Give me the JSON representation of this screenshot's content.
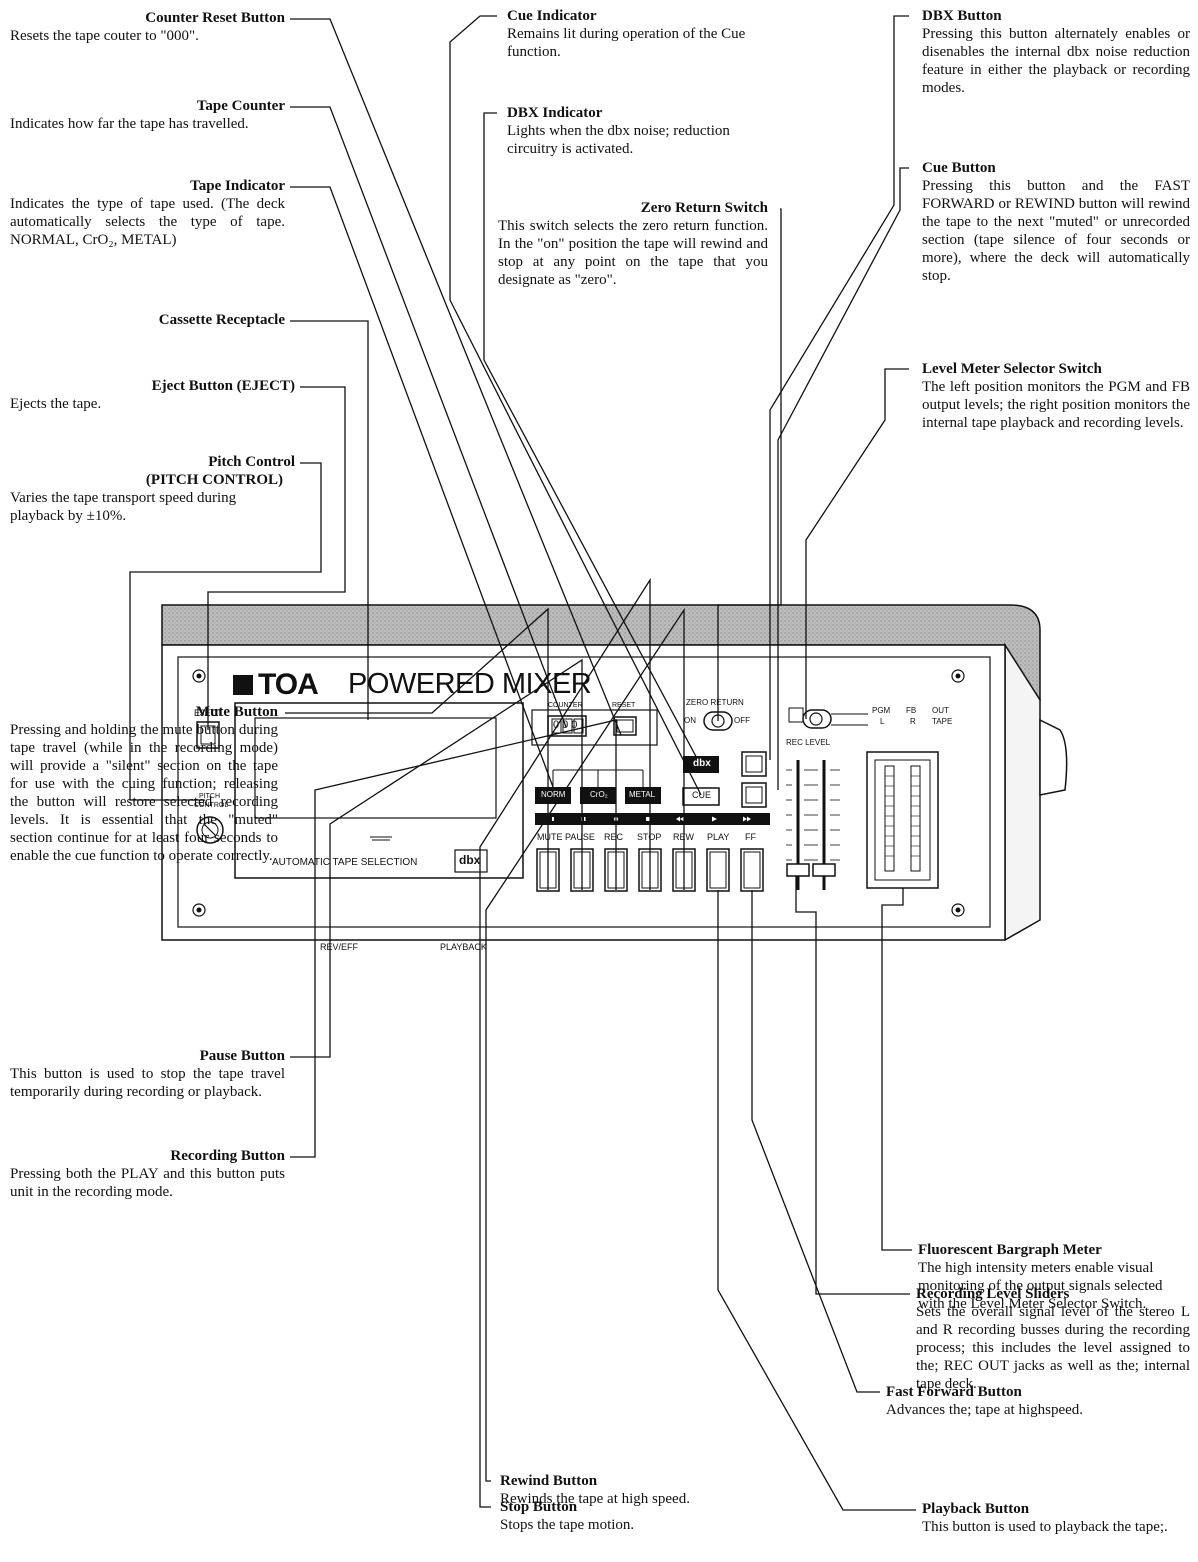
{
  "annotations": {
    "counter_reset": {
      "title": "Counter Reset Button",
      "desc": "Resets the tape couter to \"000\"."
    },
    "tape_counter": {
      "title": "Tape Counter",
      "desc": "Indicates how far the tape has travelled."
    },
    "tape_indicator": {
      "title": "Tape Indicator",
      "desc": "Indicates the type of tape used. (The deck automatically selects the type of tape. NORMAL, CrO₂, METAL)"
    },
    "cassette": {
      "title": "Cassette Receptacle",
      "desc": ""
    },
    "eject": {
      "title": "Eject Button (EJECT)",
      "desc": "Ejects the tape."
    },
    "pitch": {
      "title": "Pitch Control",
      "title2": "(PITCH CONTROL)",
      "desc": "Varies the tape transport speed during playback by ±10%."
    },
    "cue_indicator": {
      "title": "Cue Indicator",
      "desc": "Remains lit during operation of the Cue function."
    },
    "dbx_indicator": {
      "title": "DBX Indicator",
      "desc": "Lights when the dbx noise; reduction circuitry is activated."
    },
    "zero_return": {
      "title": "Zero Return Switch",
      "desc": "This switch selects the zero return function. In the \"on\" position the tape will rewind and stop at any point on the tape that you designate as \"zero\"."
    },
    "dbx_button": {
      "title": "DBX Button",
      "desc": "Pressing this button alternately enables or disenables the internal dbx noise reduction feature in either the playback or recording modes."
    },
    "cue_button": {
      "title": "Cue Button",
      "desc": "Pressing this button and the FAST FORWARD or REWIND button will rewind the tape to the next \"muted\" or unrecorded section (tape silence of four seconds or more), where the deck will automatically stop."
    },
    "level_selector": {
      "title": "Level Meter Selector Switch",
      "desc": "The left position monitors the PGM and FB output levels; the right position monitors the internal tape playback and recording levels."
    },
    "mute": {
      "title": "Mute Button",
      "desc": "Pressing and holding the mute button during tape travel (while in the recording mode) will provide a \"silent\" section on the tape for use with the cuing function; releasing the button will restore selected recording levels. It is essential that the \"muted\" section continue for at least four seconds to enable the cue function to operate correctly."
    },
    "pause": {
      "title": "Pause Button",
      "desc": "This button is used to stop the tape travel temporarily during recording or playback."
    },
    "recording": {
      "title": "Recording Button",
      "desc": "Pressing both the PLAY and this button puts unit in the recording mode."
    },
    "rewind": {
      "title": "Rewind Button",
      "desc": "Rewinds the tape at high speed."
    },
    "stop": {
      "title": "Stop Button",
      "desc": "Stops the tape motion."
    },
    "bargraph": {
      "title": "Fluorescent Bargraph Meter",
      "desc": "The high intensity meters enable visual monitoring of the output signals selected with the Level Meter Selector Switch."
    },
    "sliders": {
      "title": "Recording Level Sliders",
      "desc": "Sets the overall signal level of the stereo L and R recording busses during the recording process; this includes the level assigned to the; REC OUT jacks as well as the; internal tape deck."
    },
    "ff": {
      "title": "Fast Forward Button",
      "desc": "Advances the; tape at highspeed."
    },
    "playback": {
      "title": "Playback Button",
      "desc": "This button is used to playback the tape;."
    }
  },
  "panel": {
    "brand": "TOA",
    "model": "POWERED MIXER",
    "eject_label": "EJECT",
    "pitch_label_1": "PITCH",
    "pitch_label_2": "CONTROL",
    "counter_label": "COUNTER",
    "counter_value": "000",
    "reset_label": "RESET",
    "zero_return_label": "ZERO RETURN",
    "zero_on": "ON",
    "zero_off": "OFF",
    "dbx_label": "dbx",
    "cue_label": "CUE",
    "tape_norm": "NORM",
    "tape_cro2": "CrO₂",
    "tape_metal": "METAL",
    "auto_tape": "AUTOMATIC TAPE SELECTION",
    "dbx_logo": "dbx",
    "transport_labels": [
      "MUTE",
      "PAUSE",
      "REC",
      "STOP",
      "REW",
      "PLAY",
      "FF"
    ],
    "pgm": "PGM",
    "fb": "FB",
    "out": "OUT",
    "l": "L",
    "r": "R",
    "tape": "TAPE",
    "rec_level": "REC LEVEL",
    "bottom_text_1": "REV/EFF",
    "bottom_text_2": "PLAYBACK"
  }
}
